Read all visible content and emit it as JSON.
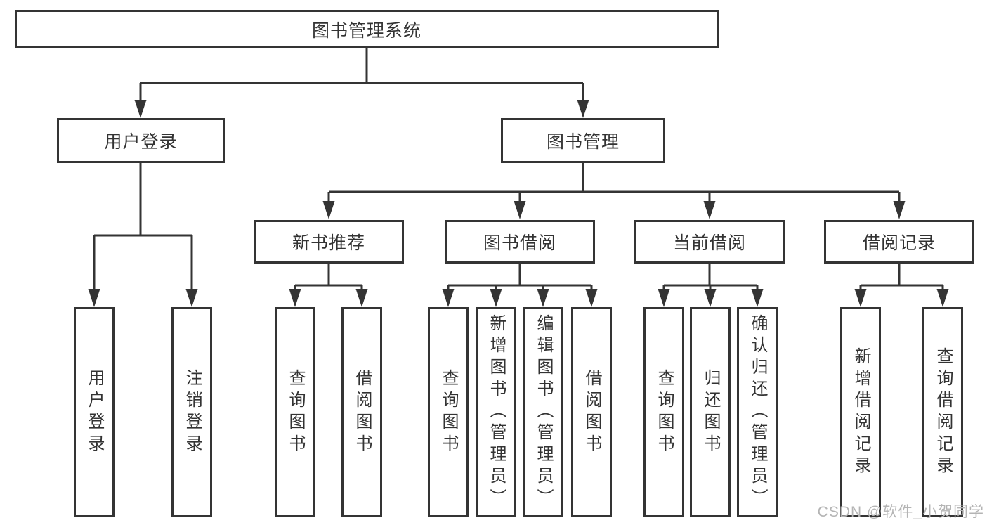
{
  "colors": {
    "line": "#343434",
    "box_border": "#343434",
    "text": "#333333",
    "watermark": "#b4b4b4",
    "background": "#ffffff"
  },
  "watermark": {
    "text": "CSDN @软件_小贺同学"
  },
  "tree": {
    "root": {
      "label": "图书管理系统"
    },
    "branches": [
      {
        "label": "用户登录",
        "children": [
          {
            "label": "用户登录"
          },
          {
            "label": "注销登录"
          }
        ]
      },
      {
        "label": "图书管理",
        "children": [
          {
            "label": "新书推荐",
            "children": [
              {
                "label": "查询图书"
              },
              {
                "label": "借阅图书"
              }
            ]
          },
          {
            "label": "图书借阅",
            "children": [
              {
                "label": "查询图书"
              },
              {
                "label": "新增图书（管理员）"
              },
              {
                "label": "编辑图书（管理员）"
              },
              {
                "label": "借阅图书"
              }
            ]
          },
          {
            "label": "当前借阅",
            "children": [
              {
                "label": "查询图书"
              },
              {
                "label": "归还图书"
              },
              {
                "label": "确认归还（管理员）"
              }
            ]
          },
          {
            "label": "借阅记录",
            "children": [
              {
                "label": "新增借阅记录"
              },
              {
                "label": "查询借阅记录"
              }
            ]
          }
        ]
      }
    ]
  }
}
